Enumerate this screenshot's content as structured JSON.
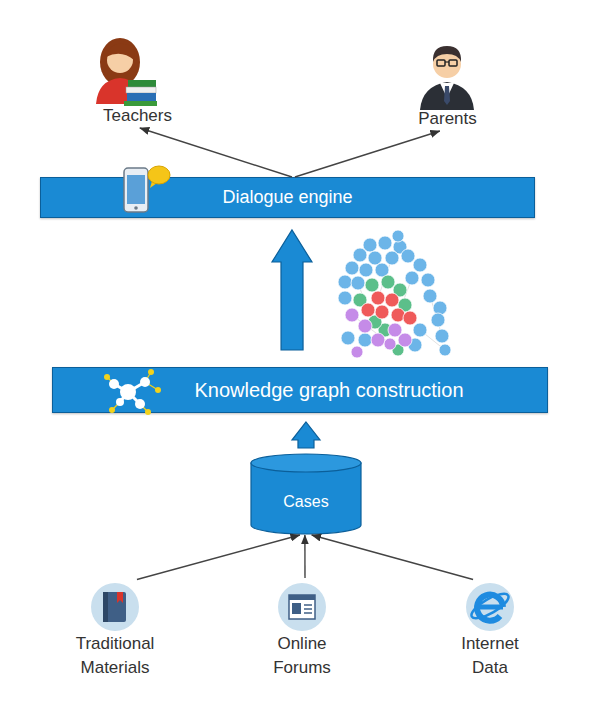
{
  "diagram": {
    "nodes": [
      {
        "text": [
          "Teachers"
        ]
      },
      {
        "text": [
          "Parents"
        ]
      },
      {
        "text": [
          "Dialogue engine"
        ]
      },
      {
        "text": [
          "Knowledge graph construction"
        ]
      },
      {
        "text": [
          "Cases"
        ]
      },
      {
        "text": [
          "Traditional Materials"
        ]
      },
      {
        "text": [
          "Online Forums"
        ]
      },
      {
        "text": [
          "Internet Data"
        ]
      }
    ],
    "edges": [
      {
        "from": 2,
        "to": 0,
        "arrow": "to"
      },
      {
        "from": 2,
        "to": 1,
        "arrow": "to"
      },
      {
        "from": 3,
        "to": 2,
        "arrow": "to"
      },
      {
        "from": 4,
        "to": 3,
        "arrow": "to"
      },
      {
        "from": 5,
        "to": 4,
        "arrow": "to"
      },
      {
        "from": 6,
        "to": 4,
        "arrow": "to"
      },
      {
        "from": 7,
        "to": 4,
        "arrow": "to"
      }
    ]
  }
}
